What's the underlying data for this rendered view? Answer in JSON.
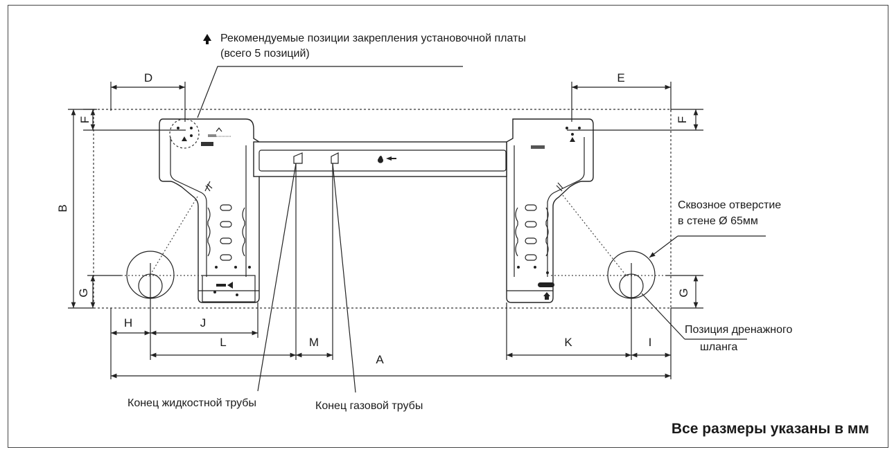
{
  "title": {
    "line1": "Рекомендуемые позиции закрепления установочной платы",
    "line2": "(всего 5 позиций)"
  },
  "labels": {
    "through_hole_line1": "Сквозное отверстие",
    "through_hole_line2": "в стене Ø 65мм",
    "drain_line1": "Позиция дренажного",
    "drain_line2": "шланга",
    "liquid_pipe": "Конец жидкостной трубы",
    "gas_pipe": "Конец газовой трубы",
    "units_note": "Все размеры указаны в мм"
  },
  "dimensions": {
    "A": "A",
    "B": "B",
    "D": "D",
    "E": "E",
    "F": "F",
    "G": "G",
    "H": "H",
    "I": "I",
    "J": "J",
    "K": "K",
    "L": "L",
    "M": "M"
  },
  "icons": {
    "recommended_marker": "up-arrow-icon"
  }
}
